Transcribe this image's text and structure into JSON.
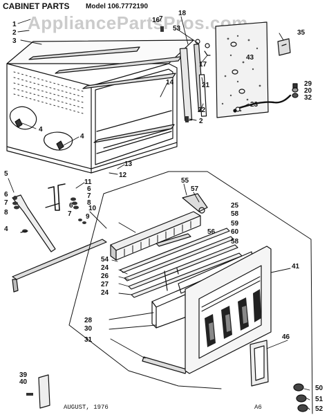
{
  "header": {
    "section_title": "CABINET PARTS",
    "model_label": "Model 106.7772190"
  },
  "watermark": "AppliancePartsPros.com",
  "footer": {
    "date": "AUGUST, 1976",
    "code": "A6"
  },
  "callouts": [
    "1",
    "2",
    "3",
    "4",
    "4",
    "16",
    "7",
    "18",
    "53",
    "17",
    "21",
    "22",
    "2",
    "14",
    "23",
    "43",
    "35",
    "29",
    "20",
    "32",
    "5",
    "6",
    "7",
    "8",
    "4",
    "11",
    "6",
    "7",
    "8",
    "6",
    "7",
    "13",
    "12",
    "10",
    "9",
    "55",
    "57",
    "25",
    "58",
    "59",
    "60",
    "58",
    "56",
    "54",
    "24",
    "26",
    "27",
    "24",
    "41",
    "28",
    "30",
    "31",
    "46",
    "39",
    "40",
    "50",
    "51",
    "52"
  ]
}
